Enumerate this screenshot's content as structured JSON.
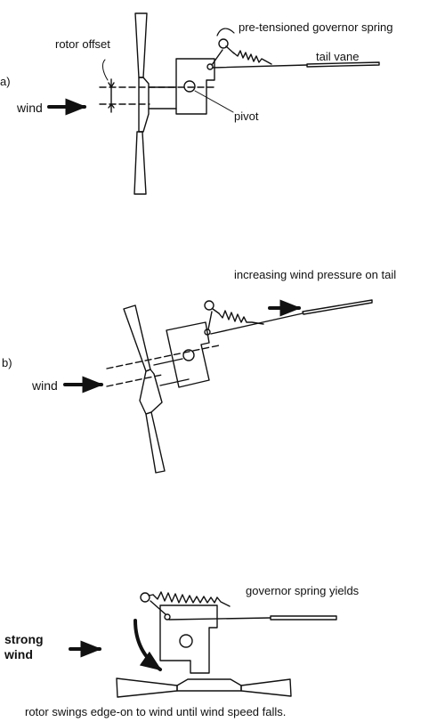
{
  "panels": {
    "a": {
      "label": "a)",
      "wind": "wind",
      "rotor_offset": "rotor offset",
      "spring": "pre-tensioned governor spring",
      "tail_vane": "tail vane",
      "pivot": "pivot"
    },
    "b": {
      "label": "b)",
      "wind": "wind",
      "note": "increasing wind pressure on tail"
    },
    "c": {
      "wind_line1": "strong",
      "wind_line2": "wind",
      "spring_note": "governor spring yields",
      "caption": "rotor swings edge-on to wind until wind speed falls."
    }
  }
}
